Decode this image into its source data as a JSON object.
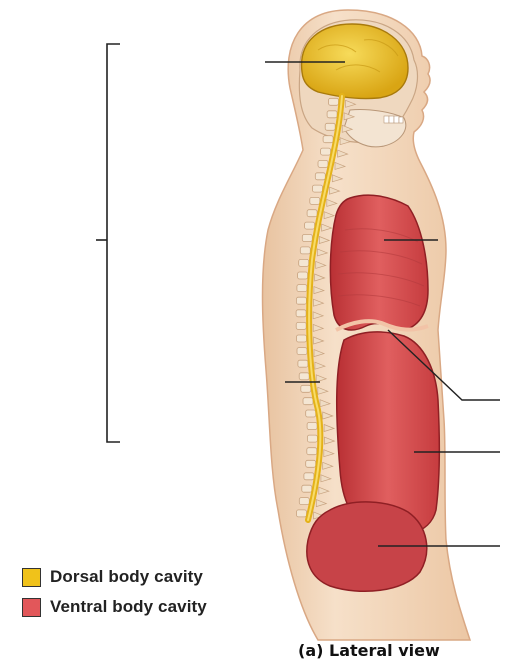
{
  "legend": {
    "items": [
      {
        "label": "Dorsal body cavity",
        "color": "#f0c21a"
      },
      {
        "label": "Ventral body cavity",
        "color": "#e2575a"
      }
    ]
  },
  "caption": "(a) Lateral view",
  "colors": {
    "skin": "#f3d7bd",
    "skin_shade": "#e5b992",
    "dorsal_cavity": "#f0c21a",
    "ventral_cavity": "#d9474b",
    "leader_line": "#333333"
  }
}
